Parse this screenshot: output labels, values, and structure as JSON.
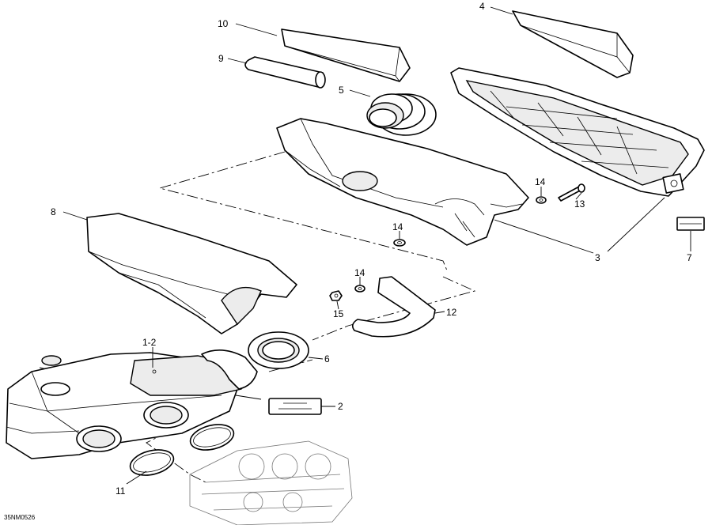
{
  "diagram": {
    "drawing_ref": "35NM0526",
    "callouts": [
      {
        "id": "c1_2",
        "label": "1-2"
      },
      {
        "id": "c2",
        "label": "2"
      },
      {
        "id": "c3",
        "label": "3"
      },
      {
        "id": "c4",
        "label": "4"
      },
      {
        "id": "c5",
        "label": "5"
      },
      {
        "id": "c6",
        "label": "6"
      },
      {
        "id": "c7",
        "label": "7"
      },
      {
        "id": "c8",
        "label": "8"
      },
      {
        "id": "c9",
        "label": "9"
      },
      {
        "id": "c10",
        "label": "10"
      },
      {
        "id": "c11",
        "label": "11"
      },
      {
        "id": "c12",
        "label": "12"
      },
      {
        "id": "c13",
        "label": "13"
      },
      {
        "id": "c14a",
        "label": "14"
      },
      {
        "id": "c14b",
        "label": "14"
      },
      {
        "id": "c14c",
        "label": "14"
      },
      {
        "id": "c15",
        "label": "15"
      }
    ]
  }
}
